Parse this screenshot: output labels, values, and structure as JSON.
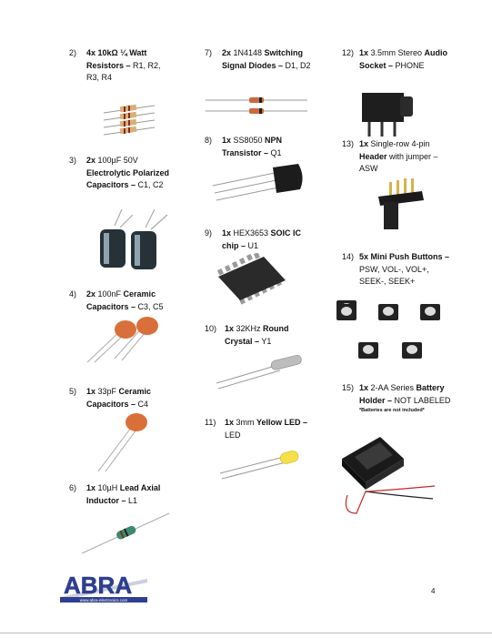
{
  "items": [
    {
      "num": "2)",
      "qty": "4x",
      "bold": "10kΩ ¼ Watt Resistors –",
      "plain": " R1, R2, R3, R4"
    },
    {
      "num": "3)",
      "qty": "2x",
      "pre": " 100µF 50V ",
      "bold": "Electrolytic Polarized Capacitors –",
      "plain": " C1, C2"
    },
    {
      "num": "4)",
      "qty": "2x",
      "pre": " 100nF ",
      "bold": "Ceramic Capacitors –",
      "plain": " C3, C5"
    },
    {
      "num": "5)",
      "qty": "1x",
      "pre": " 33pF ",
      "bold": "Ceramic Capacitors –",
      "plain": " C4"
    },
    {
      "num": "6)",
      "qty": "1x",
      "pre": " 10µH ",
      "bold": "Lead Axial Inductor –",
      "plain": " L1"
    },
    {
      "num": "7)",
      "qty": "2x",
      "pre": " 1N4148 ",
      "bold": "Switching Signal Diodes –",
      "plain": " D1, D2"
    },
    {
      "num": "8)",
      "qty": "1x",
      "pre": " SS8050 ",
      "bold": "NPN Transistor –",
      "plain": " Q1"
    },
    {
      "num": "9)",
      "qty": "1x",
      "pre": " HEX3653 ",
      "bold": "SOIC IC chip –",
      "plain": " U1"
    },
    {
      "num": "10)",
      "qty": "1x",
      "pre": " 32KHz ",
      "bold": "Round Crystal –",
      "plain": " Y1"
    },
    {
      "num": "11)",
      "qty": "1x",
      "pre": " 3mm ",
      "bold": "Yellow LED –",
      "plain": " LED"
    },
    {
      "num": "12)",
      "qty": "1x",
      "pre": " 3.5mm Stereo ",
      "bold": "Audio Socket –",
      "plain": " PHONE"
    },
    {
      "num": "13)",
      "qty": "1x",
      "pre": " Single-row 4-pin ",
      "bold": "Header",
      "plain": " with jumper – ASW"
    },
    {
      "num": "14)",
      "qty": "5x",
      "pre": " ",
      "bold": "Mini Push Buttons –",
      "plain": " PSW, VOL-, VOL+, SEEK-, SEEK+"
    },
    {
      "num": "15)",
      "qty": "1x",
      "pre": " 2-AA Series ",
      "bold": "Battery Holder –",
      "plain": " NOT LABELED"
    }
  ],
  "battery_note": "*Batteries are not included*",
  "logo": {
    "name": "ABRA",
    "url": "www.abra-electronics.com",
    "color": "#2f3f8f"
  },
  "page_number": "4"
}
